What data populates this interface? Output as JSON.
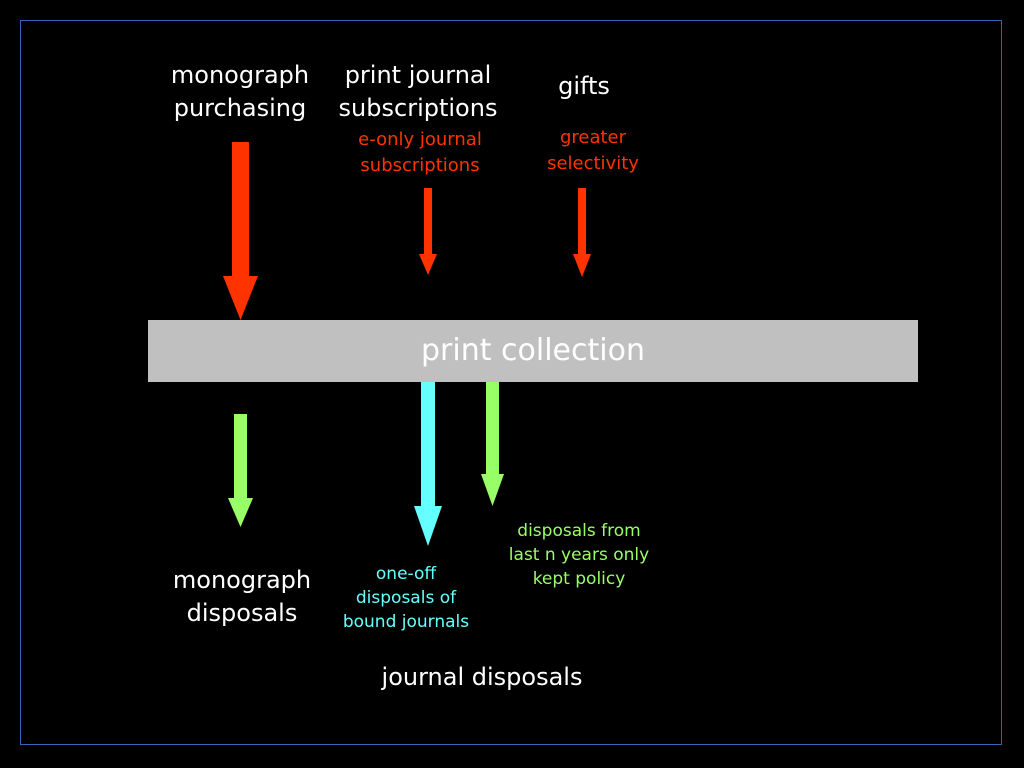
{
  "colors": {
    "background": "#000000",
    "frame": "#3a63b8",
    "bar": "#c0c0c0",
    "red": "#ff3300",
    "green": "#99ff66",
    "cyan": "#66ffff",
    "white": "#ffffff"
  },
  "inputs": {
    "monograph_purchasing": "monograph\npurchasing",
    "print_journal_subscriptions": "print journal\nsubscriptions",
    "eonly_journal_subscriptions": "e-only journal\nsubscriptions",
    "gifts": "gifts",
    "greater_selectivity": "greater\nselectivity"
  },
  "center": {
    "print_collection": "print collection"
  },
  "outputs": {
    "monograph_disposals": "monograph\ndisposals",
    "one_off_disposals": "one-off\ndisposals of\nbound journals",
    "disposals_last_n_years": "disposals from\nlast n years only\nkept policy",
    "journal_disposals": "journal disposals"
  }
}
